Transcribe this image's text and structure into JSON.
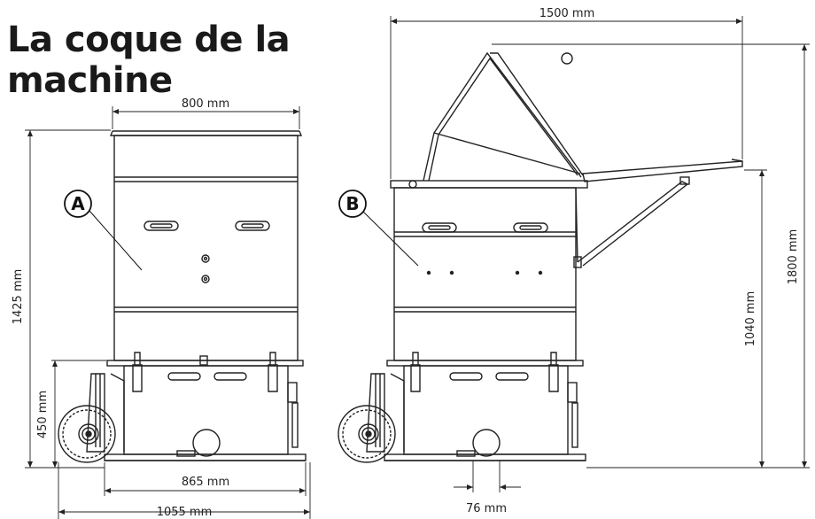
{
  "title": "La coque de la machine",
  "callouts": {
    "a": "A",
    "b": "B"
  },
  "dimensions": {
    "width_top_a": "800 mm",
    "height_a": "1425 mm",
    "height_base": "450 mm",
    "wheelbase": "865 mm",
    "total_width_a": "1055 mm",
    "width_open_b": "1500 mm",
    "table_height_b": "1040 mm",
    "total_height_b": "1800 mm",
    "foot_width_b": "76 mm"
  },
  "colors": {
    "line": "#222222",
    "text": "#1a1a1a"
  }
}
